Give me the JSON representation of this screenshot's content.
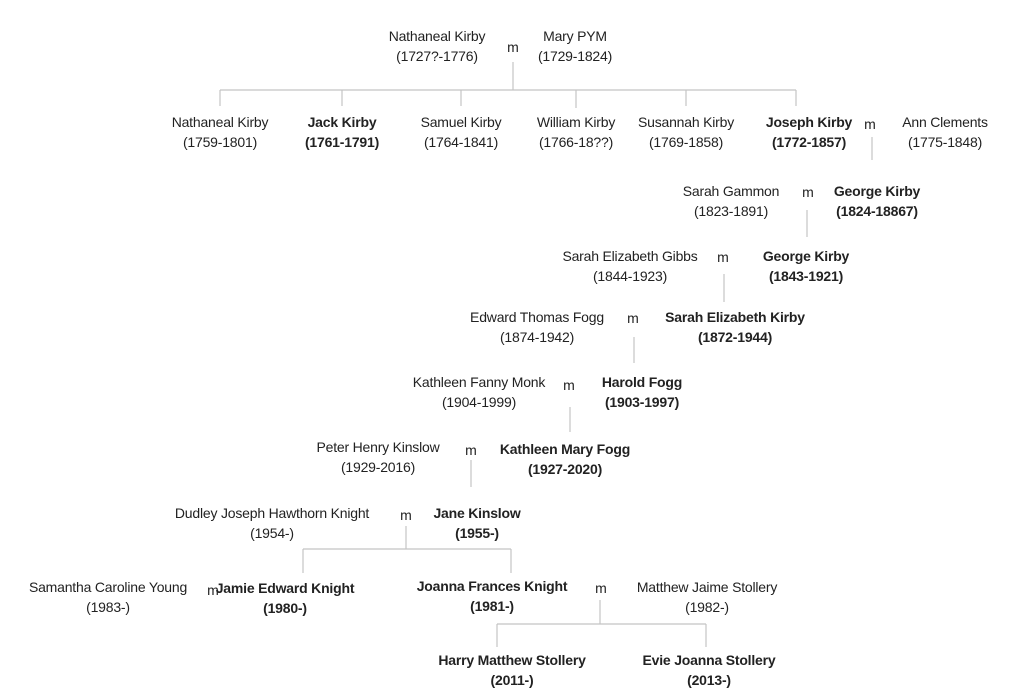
{
  "marriage_label": "m",
  "people": [
    {
      "id": "nathaneal-sr",
      "name": "Nathaneal Kirby",
      "dates": "(1727?-1776)",
      "bold": false
    },
    {
      "id": "mary-pym",
      "name": "Mary PYM",
      "dates": "(1729-1824)",
      "bold": false
    },
    {
      "id": "nathaneal-jr",
      "name": "Nathaneal Kirby",
      "dates": "(1759-1801)",
      "bold": false
    },
    {
      "id": "jack",
      "name": "Jack Kirby",
      "dates": "(1761-1791)",
      "bold": true
    },
    {
      "id": "samuel",
      "name": "Samuel Kirby",
      "dates": "(1764-1841)",
      "bold": false
    },
    {
      "id": "william",
      "name": "William Kirby",
      "dates": "(1766-18??)",
      "bold": false
    },
    {
      "id": "susannah",
      "name": "Susannah Kirby",
      "dates": "(1769-1858)",
      "bold": false
    },
    {
      "id": "joseph",
      "name": "Joseph Kirby",
      "dates": "(1772-1857)",
      "bold": true
    },
    {
      "id": "ann-clements",
      "name": "Ann Clements",
      "dates": "(1775-1848)",
      "bold": false
    },
    {
      "id": "sarah-gammon",
      "name": "Sarah Gammon",
      "dates": "(1823-1891)",
      "bold": false
    },
    {
      "id": "george-1824",
      "name": "George Kirby",
      "dates": "(1824-18867)",
      "bold": true
    },
    {
      "id": "sarah-gibbs",
      "name": "Sarah Elizabeth Gibbs",
      "dates": "(1844-1923)",
      "bold": false
    },
    {
      "id": "george-1843",
      "name": "George Kirby",
      "dates": "(1843-1921)",
      "bold": true
    },
    {
      "id": "edward-fogg",
      "name": "Edward Thomas Fogg",
      "dates": "(1874-1942)",
      "bold": false
    },
    {
      "id": "sarah-kirby",
      "name": "Sarah Elizabeth  Kirby",
      "dates": "(1872-1944)",
      "bold": true
    },
    {
      "id": "kathleen-monk",
      "name": "Kathleen Fanny Monk",
      "dates": "(1904-1999)",
      "bold": false
    },
    {
      "id": "harold-fogg",
      "name": "Harold Fogg",
      "dates": "(1903-1997)",
      "bold": true
    },
    {
      "id": "peter-kinslow",
      "name": "Peter Henry Kinslow",
      "dates": "(1929-2016)",
      "bold": false
    },
    {
      "id": "kathleen-fogg",
      "name": "Kathleen Mary Fogg",
      "dates": "(1927-2020)",
      "bold": true
    },
    {
      "id": "dudley-knight",
      "name": "Dudley Joseph Hawthorn Knight",
      "dates": "(1954-)",
      "bold": false
    },
    {
      "id": "jane-kinslow",
      "name": "Jane Kinslow",
      "dates": "(1955-)",
      "bold": true
    },
    {
      "id": "samantha-young",
      "name": "Samantha Caroline Young",
      "dates": "(1983-)",
      "bold": false
    },
    {
      "id": "jamie-knight",
      "name": "Jamie Edward Knight",
      "dates": "(1980-)",
      "bold": true
    },
    {
      "id": "joanna-knight",
      "name": "Joanna Frances Knight",
      "dates": "(1981-)",
      "bold": true
    },
    {
      "id": "matthew-stollery",
      "name": "Matthew Jaime Stollery",
      "dates": "(1982-)",
      "bold": false
    },
    {
      "id": "harry-stollery",
      "name": "Harry Matthew Stollery",
      "dates": "(2011-)",
      "bold": true
    },
    {
      "id": "evie-stollery",
      "name": "Evie Joanna Stollery",
      "dates": "(2013-)",
      "bold": true
    }
  ]
}
